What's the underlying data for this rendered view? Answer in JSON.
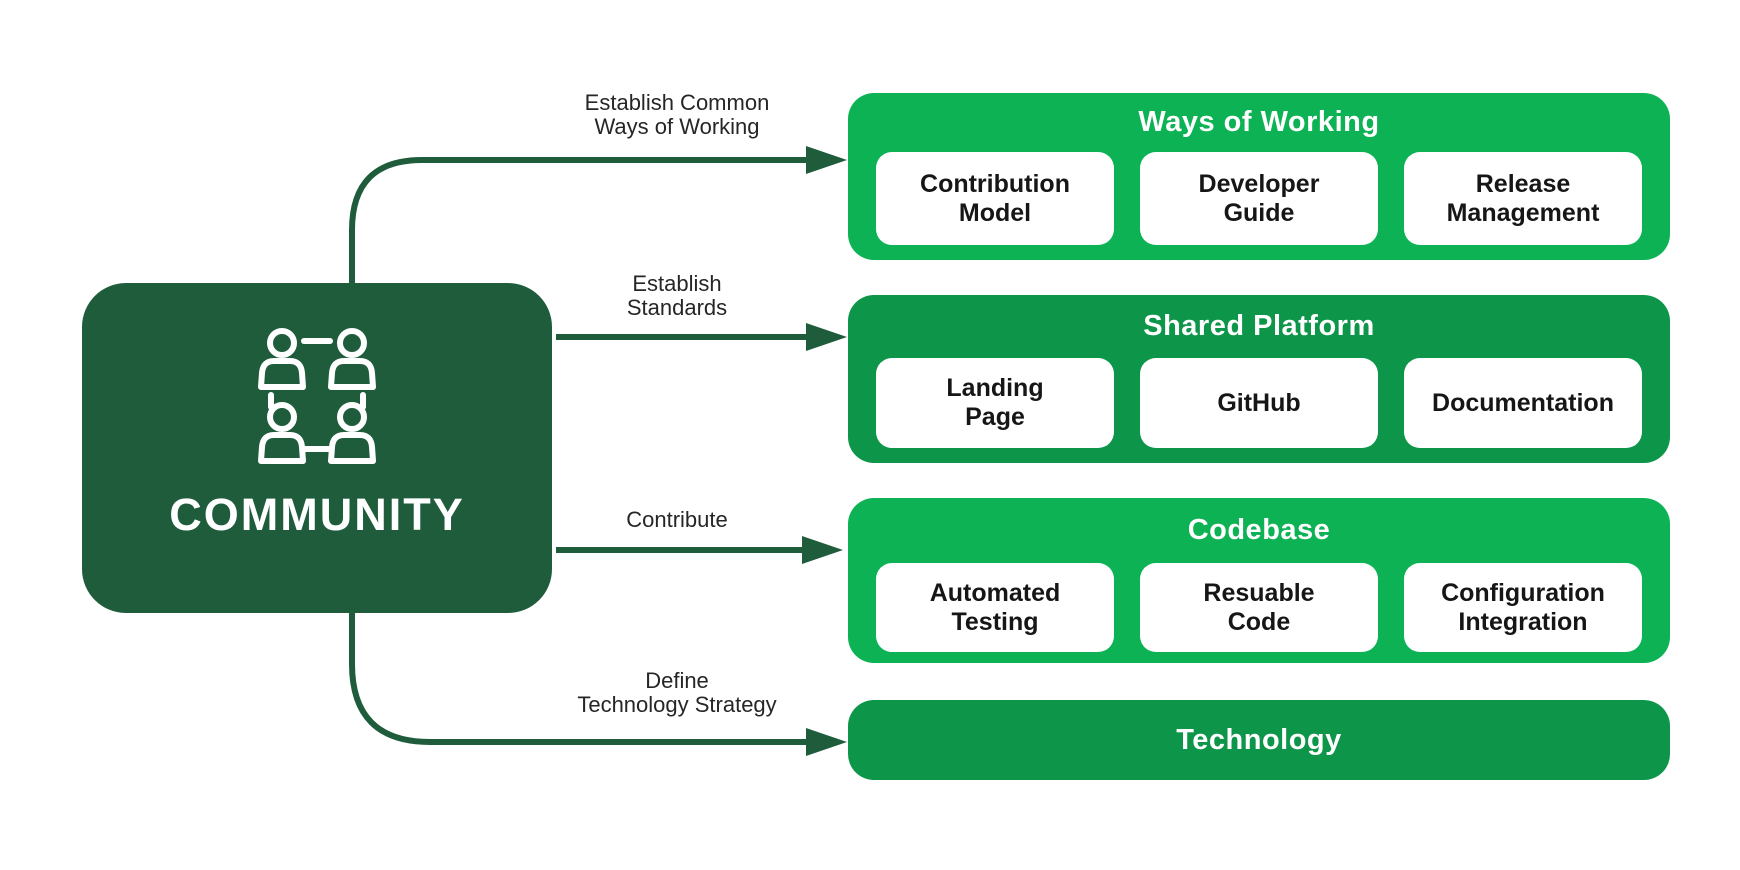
{
  "community": {
    "label": "COMMUNITY"
  },
  "arrows": [
    {
      "label": "Establish Common\nWays of Working"
    },
    {
      "label": "Establish\nStandards"
    },
    {
      "label": "Contribute"
    },
    {
      "label": "Define\nTechnology Strategy"
    }
  ],
  "groups": [
    {
      "title": "Ways of Working",
      "items": [
        "Contribution\nModel",
        "Developer\nGuide",
        "Release\nManagement"
      ]
    },
    {
      "title": "Shared Platform",
      "items": [
        "Landing\nPage",
        "GitHub",
        "Documentation"
      ]
    },
    {
      "title": "Codebase",
      "items": [
        "Automated\nTesting",
        "Resuable\nCode",
        "Configuration\nIntegration"
      ]
    },
    {
      "title": "Technology",
      "items": []
    }
  ],
  "colors": {
    "bright_green": "#0CB254",
    "medium_green": "#0D9549",
    "dark_green": "#1E5C3C",
    "box_text": "#161616",
    "label_text": "#262626",
    "header_text": "#ffffff"
  },
  "icons": {
    "community_icon": "four-people-network"
  }
}
